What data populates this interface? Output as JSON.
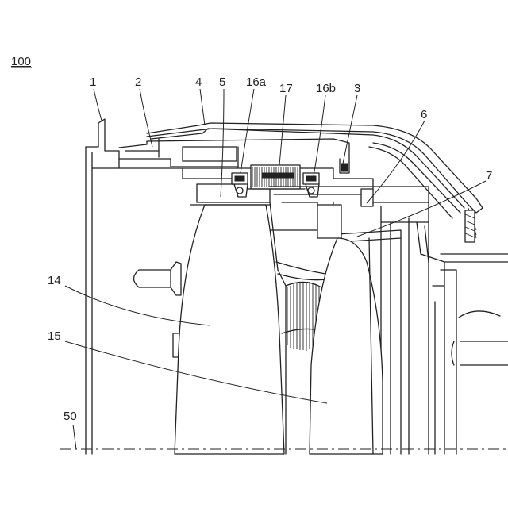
{
  "figure": {
    "assembly_ref": "100",
    "labels": {
      "l1": "1",
      "l2": "2",
      "l4": "4",
      "l5": "5",
      "l16a": "16a",
      "l17": "17",
      "l16b": "16b",
      "l3": "3",
      "l6": "6",
      "l7": "7",
      "l14": "14",
      "l15": "15",
      "l50": "50"
    }
  }
}
